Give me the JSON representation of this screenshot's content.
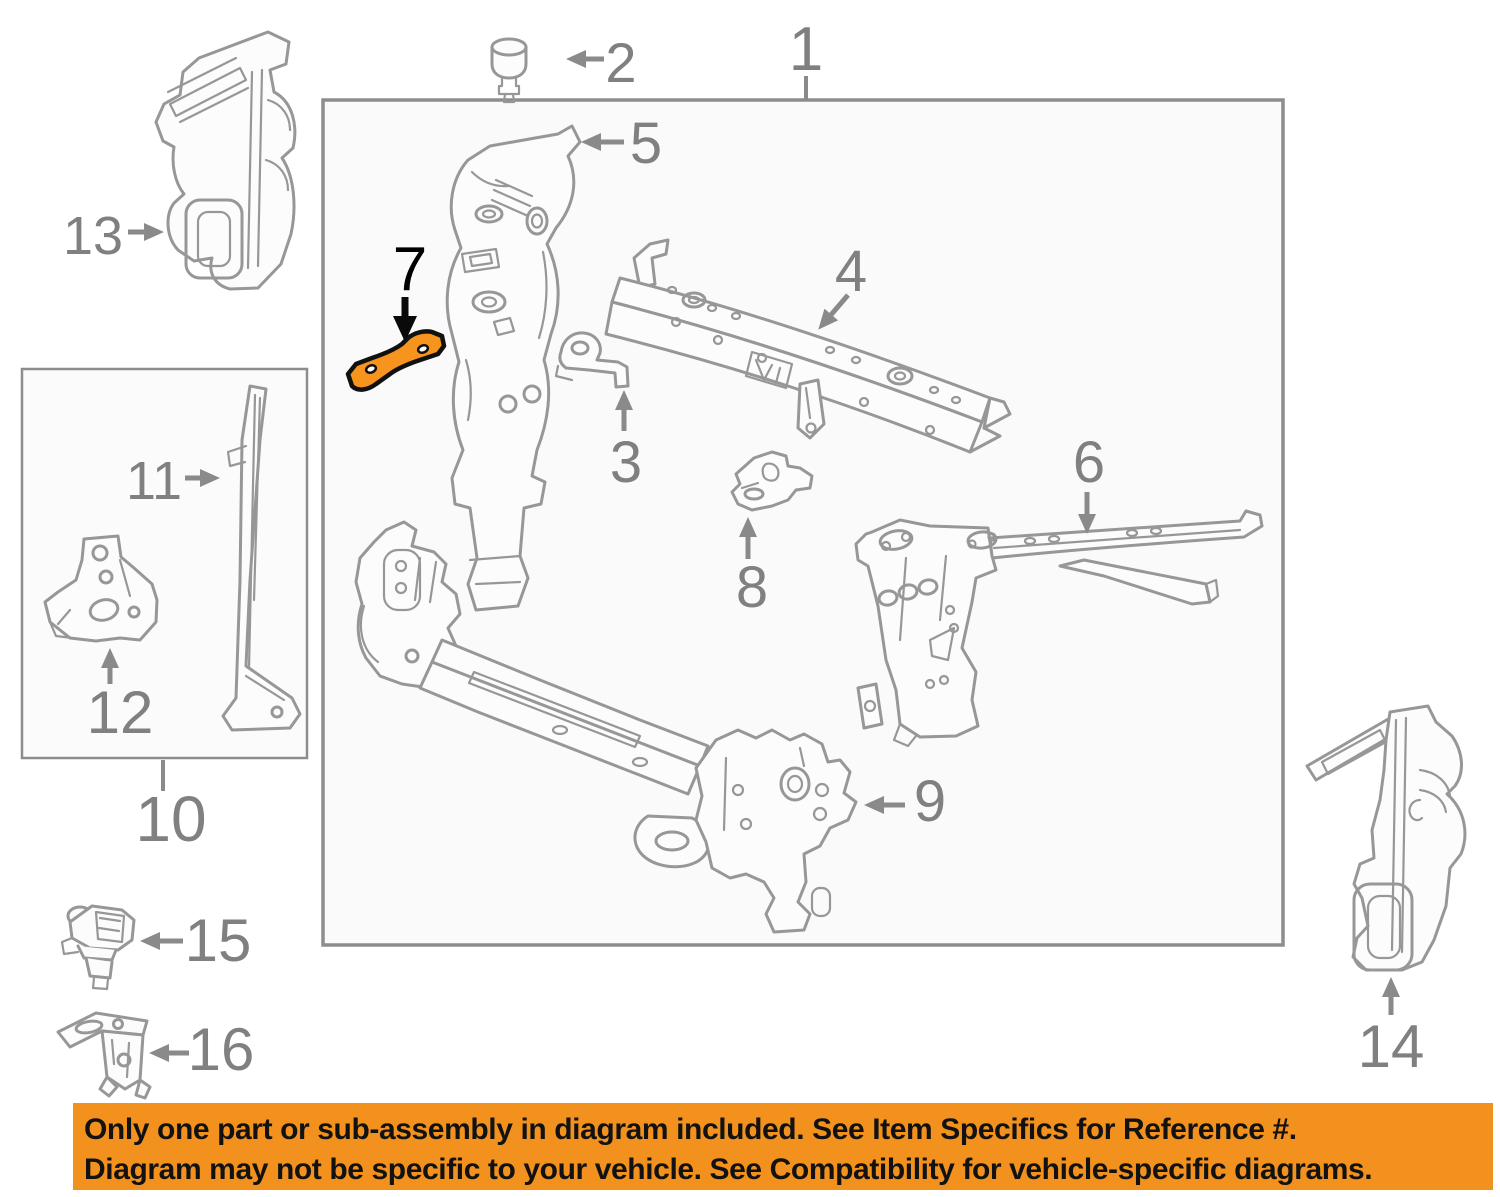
{
  "diagram": {
    "callouts": {
      "c1": "1",
      "c2": "2",
      "c3": "3",
      "c4": "4",
      "c5": "5",
      "c6": "6",
      "c7": "7",
      "c8": "8",
      "c9": "9",
      "c10": "10",
      "c11": "11",
      "c12": "12",
      "c13": "13",
      "c14": "14",
      "c15": "15",
      "c16": "16"
    },
    "highlighted_callout": "7",
    "colors": {
      "highlight_fill": "#F7941D",
      "highlight_outline": "#111111",
      "part_outline": "#979797",
      "label_gray": "#808080",
      "highlight_label": "#000000",
      "box_border": "#8D8D8D",
      "box_fill": "#FAFAFA"
    }
  },
  "banner": {
    "line1": "Only one part or sub-assembly in diagram included. See Item Specifics for Reference #.",
    "line2": "Diagram may not be specific to your vehicle. See Compatibility for vehicle-specific diagrams.",
    "background": "#F2911D",
    "text_color": "#121212"
  }
}
